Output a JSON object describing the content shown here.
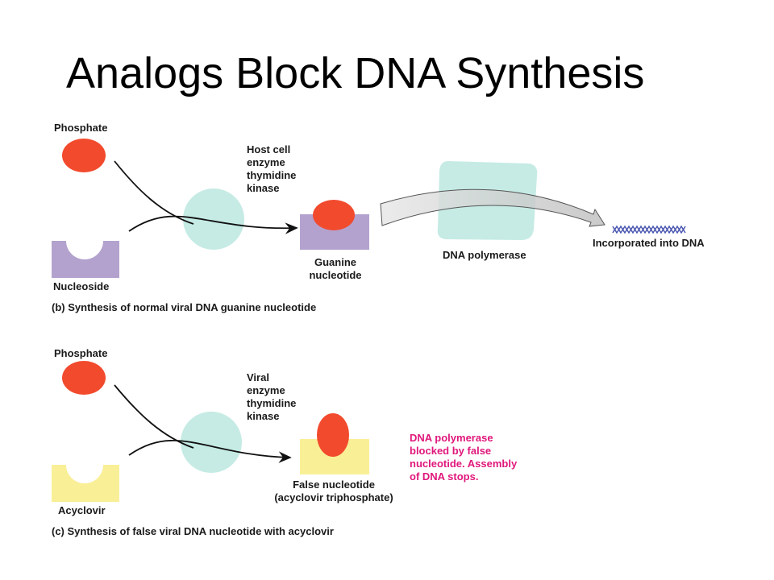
{
  "title": "Analogs Block DNA Synthesis",
  "colors": {
    "phosphate": "#f24a2d",
    "nucleoside": "#b3a2cd",
    "acyclovir": "#f9ef97",
    "enzyme": "#c5ebe4",
    "polymerase": "#c5ebe4",
    "blocked_text": "#e0177b",
    "dna_helix": "#4b57b0"
  },
  "panel_b": {
    "phosphate_label": "Phosphate",
    "nucleoside_label": "Nucleoside",
    "enzyme_lines": [
      "Host cell",
      "enzyme",
      "thymidine",
      "kinase"
    ],
    "product_lines": [
      "Guanine",
      "nucleotide"
    ],
    "polymerase_label": "DNA polymerase",
    "dna_label": "Incorporated into DNA",
    "caption_letter": "(b)",
    "caption_text": "Synthesis of normal viral DNA guanine nucleotide"
  },
  "panel_c": {
    "phosphate_label": "Phosphate",
    "nucleoside_label": "Acyclovir",
    "enzyme_lines": [
      "Viral",
      "enzyme",
      "thymidine",
      "kinase"
    ],
    "product_lines": [
      "False nucleotide",
      "(acyclovir triphosphate)"
    ],
    "blocked_lines": [
      "DNA polymerase",
      "blocked by false",
      "nucleotide. Assembly",
      "of DNA stops."
    ],
    "caption_letter": "(c)",
    "caption_text": "Synthesis of false viral DNA nucleotide with acyclovir"
  }
}
